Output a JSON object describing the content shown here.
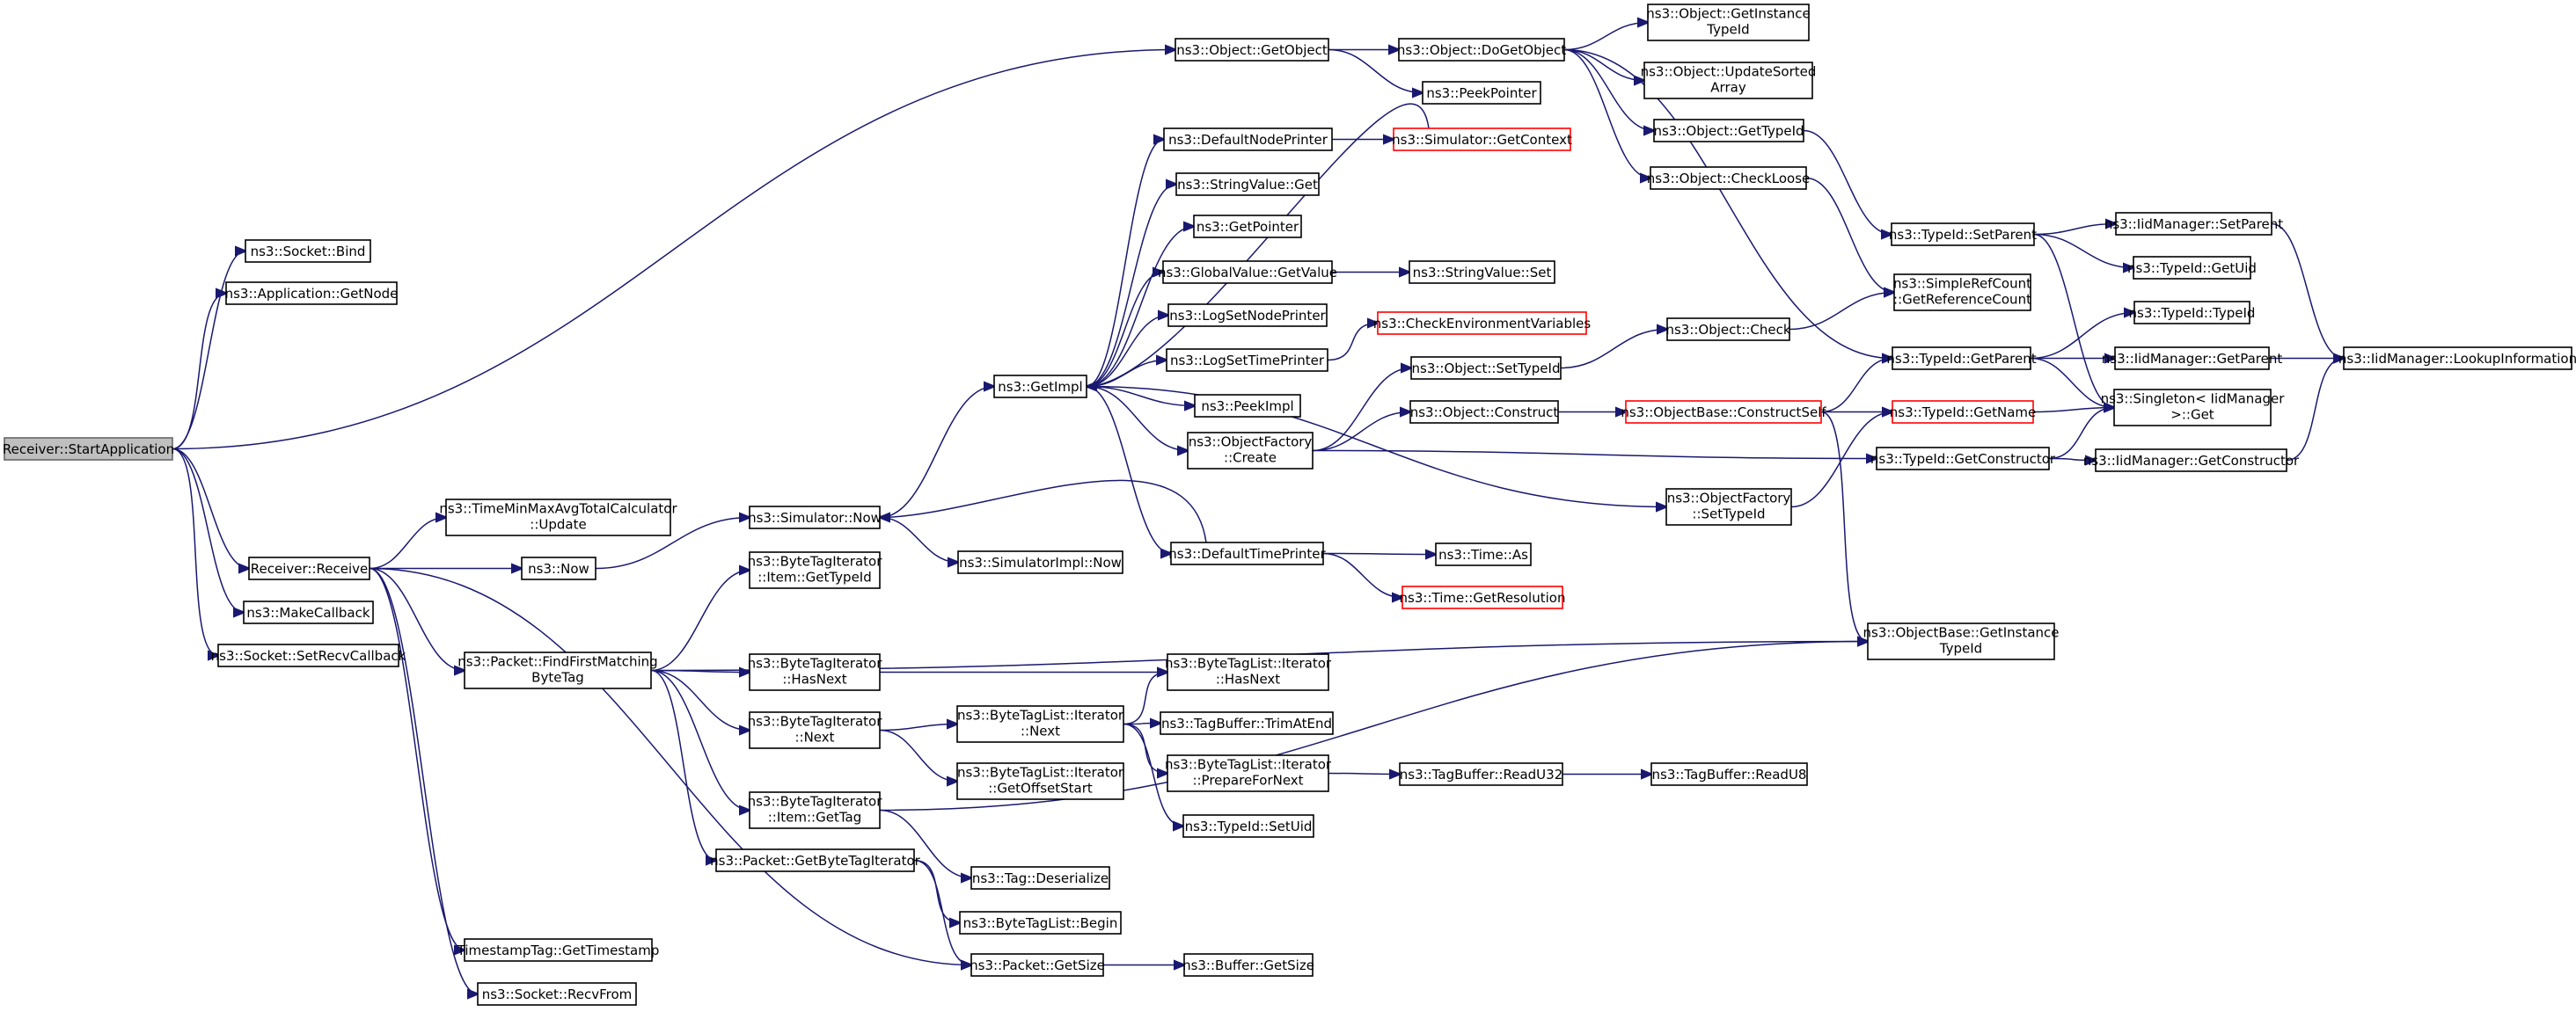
{
  "diagram": {
    "colors": {
      "edge": "#191970",
      "root_fill": "#bfbfbf",
      "highlight_border": "#ff0000",
      "node_border": "#000000"
    },
    "nodes": [
      {
        "id": "start",
        "lines": [
          "Receiver::StartApplication"
        ],
        "style": "root"
      },
      {
        "id": "socket_bind",
        "lines": [
          "ns3::Socket::Bind"
        ]
      },
      {
        "id": "app_getnode",
        "lines": [
          "ns3::Application::GetNode"
        ]
      },
      {
        "id": "receive",
        "lines": [
          "Receiver::Receive"
        ]
      },
      {
        "id": "makecallback",
        "lines": [
          "ns3::MakeCallback"
        ]
      },
      {
        "id": "setrecvcb",
        "lines": [
          "ns3::Socket::SetRecvCallback"
        ]
      },
      {
        "id": "timeminmax",
        "lines": [
          "ns3::TimeMinMaxAvgTotalCalculator",
          "::Update"
        ]
      },
      {
        "id": "now",
        "lines": [
          "ns3::Now"
        ]
      },
      {
        "id": "findfirst",
        "lines": [
          "ns3::Packet::FindFirstMatching",
          "ByteTag"
        ]
      },
      {
        "id": "timestamptag",
        "lines": [
          "TimestampTag::GetTimestamp"
        ]
      },
      {
        "id": "recvfrom",
        "lines": [
          "ns3::Socket::RecvFrom"
        ]
      },
      {
        "id": "sim_now",
        "lines": [
          "ns3::Simulator::Now"
        ]
      },
      {
        "id": "bti_item_gettypeid",
        "lines": [
          "ns3::ByteTagIterator",
          "::Item::GetTypeId"
        ]
      },
      {
        "id": "bti_hasnext",
        "lines": [
          "ns3::ByteTagIterator",
          "::HasNext"
        ]
      },
      {
        "id": "bti_next",
        "lines": [
          "ns3::ByteTagIterator",
          "::Next"
        ]
      },
      {
        "id": "bti_item_gettag",
        "lines": [
          "ns3::ByteTagIterator",
          "::Item::GetTag"
        ]
      },
      {
        "id": "pkt_getbytetagit",
        "lines": [
          "ns3::Packet::GetByteTagIterator"
        ]
      },
      {
        "id": "pkt_getsize",
        "lines": [
          "ns3::Packet::GetSize"
        ]
      },
      {
        "id": "getimpl",
        "lines": [
          "ns3::GetImpl"
        ]
      },
      {
        "id": "simimpl_now",
        "lines": [
          "ns3::SimulatorImpl::Now"
        ]
      },
      {
        "id": "btl_it_next",
        "lines": [
          "ns3::ByteTagList::Iterator",
          "::Next"
        ]
      },
      {
        "id": "btl_it_getoffset",
        "lines": [
          "ns3::ByteTagList::Iterator",
          "::GetOffsetStart"
        ]
      },
      {
        "id": "tag_deserialize",
        "lines": [
          "ns3::Tag::Deserialize"
        ]
      },
      {
        "id": "btl_begin",
        "lines": [
          "ns3::ByteTagList::Begin"
        ]
      },
      {
        "id": "obj_getobject",
        "lines": [
          "ns3::Object::GetObject"
        ]
      },
      {
        "id": "defaultnodeprinter",
        "lines": [
          "ns3::DefaultNodePrinter"
        ]
      },
      {
        "id": "stringvalue_get",
        "lines": [
          "ns3::StringValue::Get"
        ]
      },
      {
        "id": "getpointer",
        "lines": [
          "ns3::GetPointer"
        ]
      },
      {
        "id": "globalvalue_getvalue",
        "lines": [
          "ns3::GlobalValue::GetValue"
        ]
      },
      {
        "id": "lognodeprinter",
        "lines": [
          "ns3::LogSetNodePrinter"
        ]
      },
      {
        "id": "logtimeprinter",
        "lines": [
          "ns3::LogSetTimePrinter"
        ]
      },
      {
        "id": "peekimpl",
        "lines": [
          "ns3::PeekImpl"
        ]
      },
      {
        "id": "objfactory_create",
        "lines": [
          "ns3::ObjectFactory",
          "::Create"
        ]
      },
      {
        "id": "defaulttimeprinter",
        "lines": [
          "ns3::DefaultTimePrinter"
        ]
      },
      {
        "id": "btl_it_hasnext",
        "lines": [
          "ns3::ByteTagList::Iterator",
          "::HasNext"
        ]
      },
      {
        "id": "tagbuf_trimatend",
        "lines": [
          "ns3::TagBuffer::TrimAtEnd"
        ]
      },
      {
        "id": "btl_it_preparefornext",
        "lines": [
          "ns3::ByteTagList::Iterator",
          "::PrepareForNext"
        ]
      },
      {
        "id": "typeid_setuid",
        "lines": [
          "ns3::TypeId::SetUid"
        ]
      },
      {
        "id": "buffer_getsize",
        "lines": [
          "ns3::Buffer::GetSize"
        ]
      },
      {
        "id": "obj_dogetobject",
        "lines": [
          "ns3::Object::DoGetObject"
        ]
      },
      {
        "id": "peekpointer",
        "lines": [
          "ns3::PeekPointer"
        ]
      },
      {
        "id": "sim_getcontext",
        "lines": [
          "ns3::Simulator::GetContext"
        ],
        "style": "red"
      },
      {
        "id": "stringvalue_set",
        "lines": [
          "ns3::StringValue::Set"
        ]
      },
      {
        "id": "checkenv",
        "lines": [
          "ns3::CheckEnvironmentVariables"
        ],
        "style": "red"
      },
      {
        "id": "obj_settypeid",
        "lines": [
          "ns3::Object::SetTypeId"
        ]
      },
      {
        "id": "obj_construct",
        "lines": [
          "ns3::Object::Construct"
        ]
      },
      {
        "id": "objfactory_settypeid",
        "lines": [
          "ns3::ObjectFactory",
          "::SetTypeId"
        ]
      },
      {
        "id": "time_as",
        "lines": [
          "ns3::Time::As"
        ]
      },
      {
        "id": "time_getresolution",
        "lines": [
          "ns3::Time::GetResolution"
        ],
        "style": "red"
      },
      {
        "id": "tagbuf_readu32",
        "lines": [
          "ns3::TagBuffer::ReadU32"
        ]
      },
      {
        "id": "obj_getinstancetypeid",
        "lines": [
          "ns3::Object::GetInstance",
          "TypeId"
        ]
      },
      {
        "id": "obj_updatesorted",
        "lines": [
          "ns3::Object::UpdateSorted",
          "Array"
        ]
      },
      {
        "id": "obj_gettypeid",
        "lines": [
          "ns3::Object::GetTypeId"
        ]
      },
      {
        "id": "obj_checkloose",
        "lines": [
          "ns3::Object::CheckLoose"
        ]
      },
      {
        "id": "obj_check",
        "lines": [
          "ns3::Object::Check"
        ]
      },
      {
        "id": "objbase_constructself",
        "lines": [
          "ns3::ObjectBase::ConstructSelf"
        ],
        "style": "red"
      },
      {
        "id": "objbase_getinstancetypeid",
        "lines": [
          "ns3::ObjectBase::GetInstance",
          "TypeId"
        ]
      },
      {
        "id": "tagbuf_readu8",
        "lines": [
          "ns3::TagBuffer::ReadU8"
        ]
      },
      {
        "id": "typeid_setparent",
        "lines": [
          "ns3::TypeId::SetParent"
        ]
      },
      {
        "id": "simplerefcount",
        "lines": [
          "ns3::SimpleRefCount",
          "::GetReferenceCount"
        ]
      },
      {
        "id": "typeid_getparent",
        "lines": [
          "ns3::TypeId::GetParent"
        ]
      },
      {
        "id": "typeid_getname",
        "lines": [
          "ns3::TypeId::GetName"
        ],
        "style": "red"
      },
      {
        "id": "typeid_getconstructor",
        "lines": [
          "ns3::TypeId::GetConstructor"
        ]
      },
      {
        "id": "iidmgr_setparent",
        "lines": [
          "ns3::IidManager::SetParent"
        ]
      },
      {
        "id": "typeid_getuid",
        "lines": [
          "ns3::TypeId::GetUid"
        ]
      },
      {
        "id": "typeid_typeid",
        "lines": [
          "ns3::TypeId::TypeId"
        ]
      },
      {
        "id": "iidmgr_getparent",
        "lines": [
          "ns3::IidManager::GetParent"
        ]
      },
      {
        "id": "singleton_get",
        "lines": [
          "ns3::Singleton< IidManager",
          ">::Get"
        ]
      },
      {
        "id": "iidmgr_getconstructor",
        "lines": [
          "ns3::IidManager::GetConstructor"
        ]
      },
      {
        "id": "iidmgr_lookup",
        "lines": [
          "ns3::IidManager::LookupInformation"
        ]
      }
    ]
  }
}
